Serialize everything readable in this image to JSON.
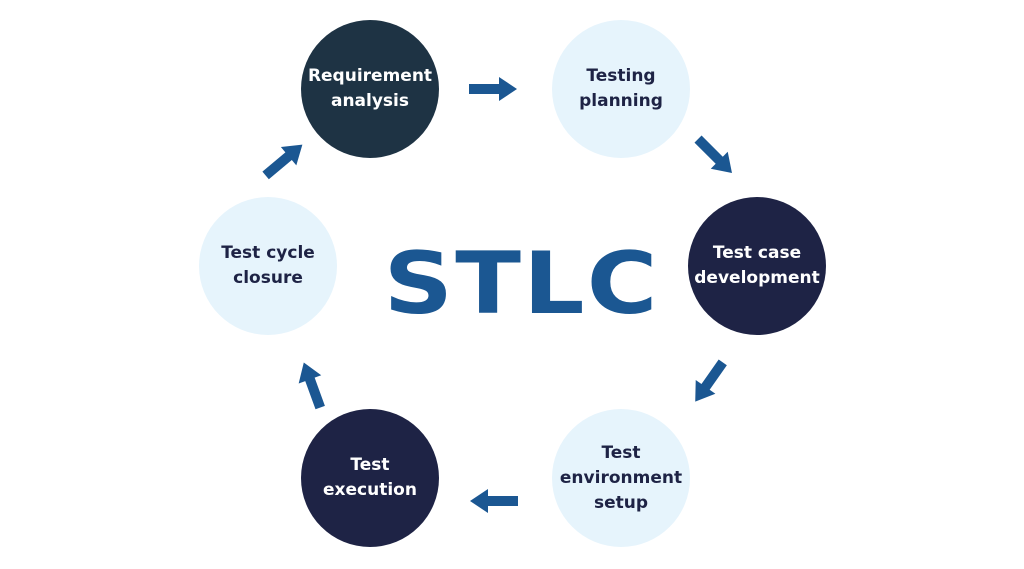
{
  "title": "STLC",
  "colors": {
    "accent": "#1b5792",
    "dark1": "#1e3344",
    "dark2": "#1e2345",
    "light": "#e6f4fc"
  },
  "stages": [
    {
      "label_lines": [
        "Requirement",
        "analysis"
      ]
    },
    {
      "label_lines": [
        "Testing",
        "planning"
      ]
    },
    {
      "label_lines": [
        "Test case",
        "development"
      ]
    },
    {
      "label_lines": [
        "Test",
        "environment",
        "setup"
      ]
    },
    {
      "label_lines": [
        "Test",
        "execution"
      ]
    },
    {
      "label_lines": [
        "Test cycle",
        "closure"
      ]
    }
  ]
}
